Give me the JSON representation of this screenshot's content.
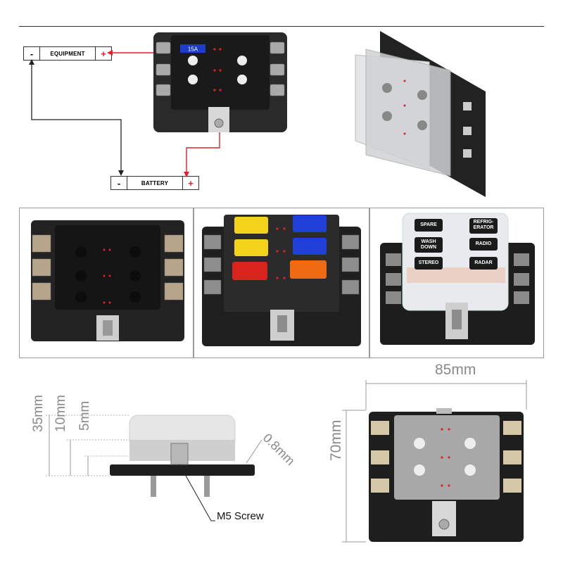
{
  "wiring": {
    "equipment": {
      "minus": "-",
      "label": "EQUIPMENT",
      "plus": "+"
    },
    "battery": {
      "minus": "-",
      "label": "BATTERY",
      "plus": "+"
    },
    "fuse_rating": "15A"
  },
  "cover_labels": [
    "SPARE",
    "REFRIG-\nERATOR",
    "WASH\nDOWN",
    "RADIO",
    "STEREO",
    "RADAR"
  ],
  "dimensions": {
    "width": "85mm",
    "height": "70mm",
    "total_height": "35mm",
    "cover_height": "10mm",
    "base_height": "5mm",
    "thickness": "0.8mm",
    "screw": "M5 Screw"
  },
  "colors": {
    "fuse_yellow": "#f2d21b",
    "fuse_blue": "#1f3fd6",
    "fuse_red": "#d8241c",
    "fuse_orange": "#ef6a12",
    "wire_red": "#e0202a",
    "led_red": "#e02020"
  }
}
